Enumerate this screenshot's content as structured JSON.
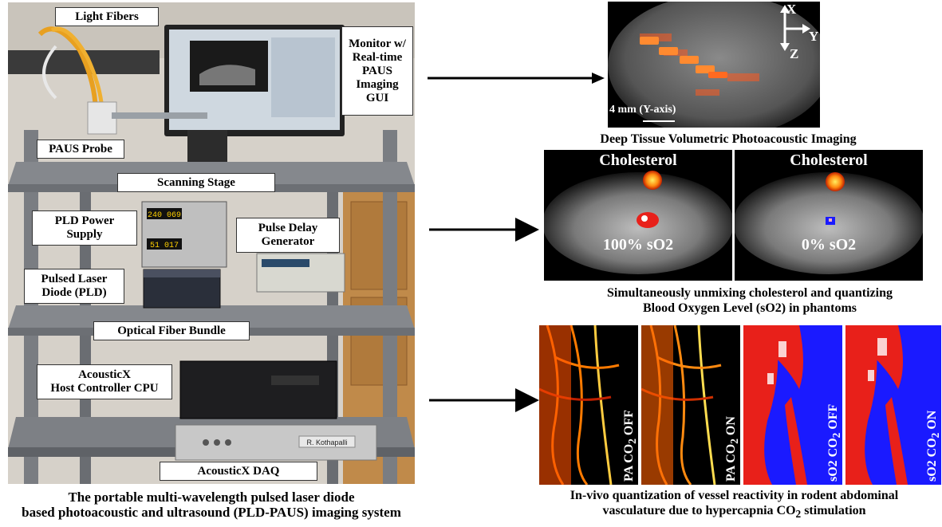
{
  "photo": {
    "labels": {
      "light_fibers": "Light Fibers",
      "monitor": [
        "Monitor w/",
        "Real-time",
        "PAUS",
        "Imaging",
        "GUI"
      ],
      "paus_probe": "PAUS Probe",
      "scanning_stage": "Scanning Stage",
      "pld_power_supply": [
        "PLD Power",
        "Supply"
      ],
      "pulse_delay_generator": [
        "Pulse Delay",
        "Generator"
      ],
      "pulsed_laser_diode": [
        "Pulsed Laser",
        "Diode (PLD)"
      ],
      "optical_fiber_bundle": "Optical Fiber Bundle",
      "host_controller": [
        "AcousticX",
        "Host Controller CPU"
      ],
      "daq": "AcousticX DAQ"
    },
    "device_texts": {
      "power_display_1": "240 069",
      "power_display_2": "51 017",
      "daq_nameplate": "R. Kothapalli"
    },
    "caption": [
      "The  portable multi-wavelength pulsed laser diode",
      "based photoacoustic and ultrasound (PLD-PAUS) imaging system"
    ]
  },
  "volumetric": {
    "axes": {
      "x": "X",
      "y": "Y",
      "z": "Z"
    },
    "scale_label": "4 mm (Y-axis)",
    "caption": "Deep Tissue Volumetric Photoacoustic Imaging"
  },
  "phantoms": {
    "left": {
      "title": "Cholesterol",
      "label": "100% sO2"
    },
    "right": {
      "title": "Cholesterol",
      "label": "0% sO2"
    },
    "caption": [
      "Simultaneously unmixing cholesterol and quantizing",
      "Blood Oxygen Level (sO2) in phantoms"
    ]
  },
  "invivo": {
    "panels": [
      {
        "label": "PA CO",
        "sub": "2",
        "suffix": " OFF"
      },
      {
        "label": "PA CO",
        "sub": "2",
        "suffix": " ON"
      },
      {
        "label": "sO2 CO",
        "sub": "2",
        "suffix": " OFF"
      },
      {
        "label": "sO2 CO",
        "sub": "2",
        "suffix": " ON"
      }
    ],
    "caption_line1": "In-vivo quantization of vessel reactivity in rodent abdominal",
    "caption_line2_pre": "vasculature due to hypercapnia CO",
    "caption_line2_sub": "2",
    "caption_line2_post": "  stimulation"
  },
  "colors": {
    "arrow": "#000000",
    "pa_hot": "#ff7a00",
    "so2_blue": "#1a1aff",
    "so2_red": "#e8201a"
  }
}
